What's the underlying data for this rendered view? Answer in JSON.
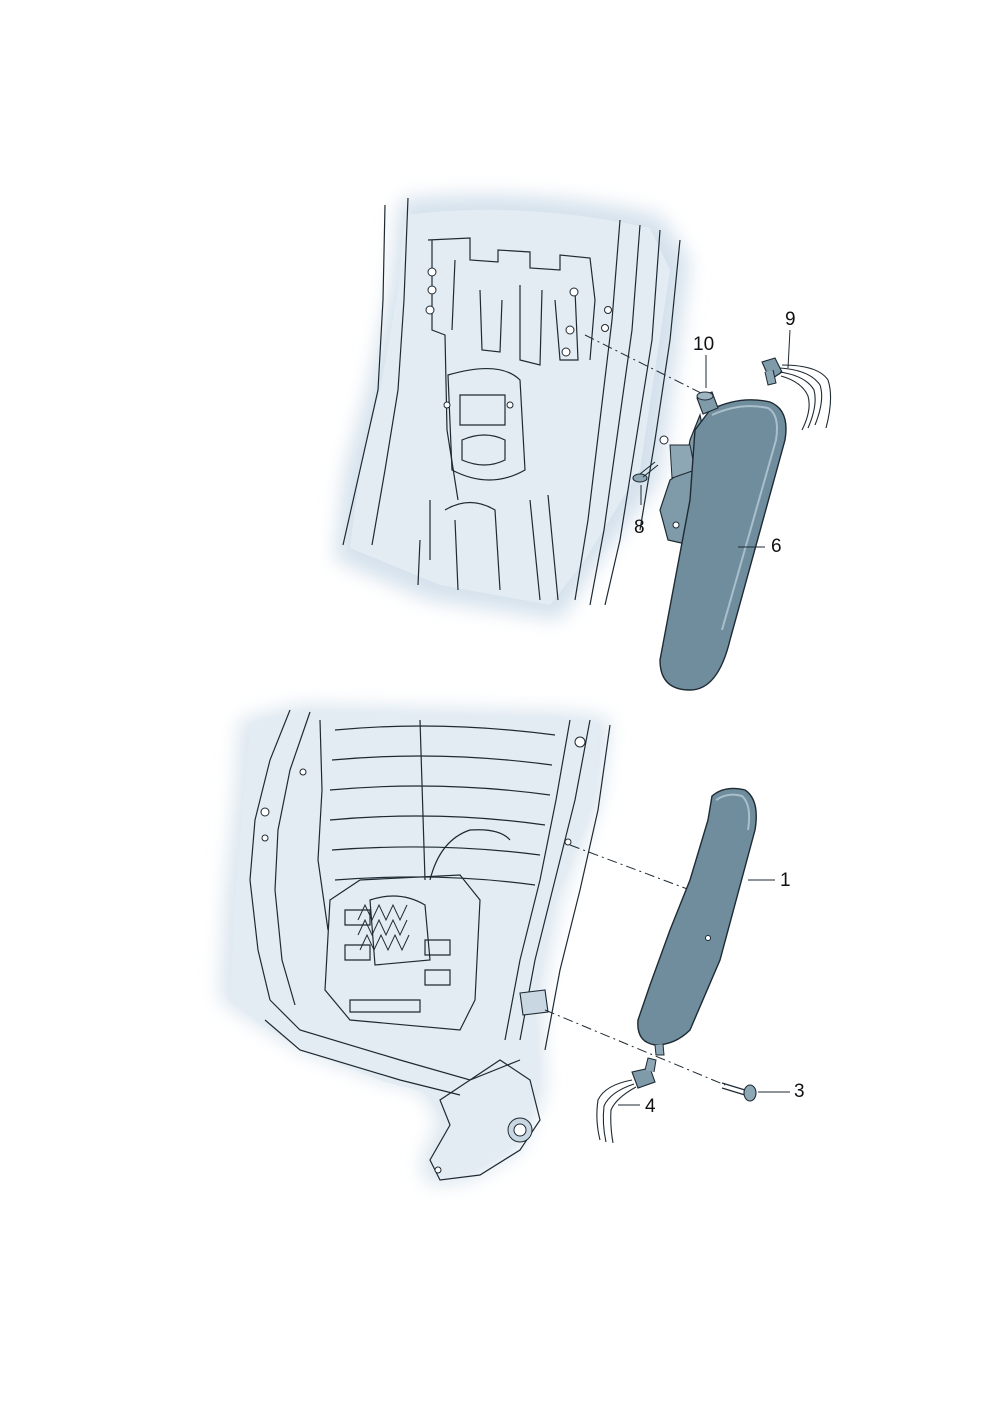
{
  "diagram": {
    "colors": {
      "background": "#ffffff",
      "frame_fill": "#dfe9f1",
      "frame_shade": "#c6d6e2",
      "line": "#1e2a33",
      "part_fill": "#6f8d9d",
      "part_dark": "#4f6b7a"
    },
    "callouts": [
      {
        "id": "1",
        "label": "1"
      },
      {
        "id": "3",
        "label": "3"
      },
      {
        "id": "4",
        "label": "4"
      },
      {
        "id": "6",
        "label": "6"
      },
      {
        "id": "8",
        "label": "8"
      },
      {
        "id": "9",
        "label": "9"
      },
      {
        "id": "10",
        "label": "10"
      }
    ]
  }
}
